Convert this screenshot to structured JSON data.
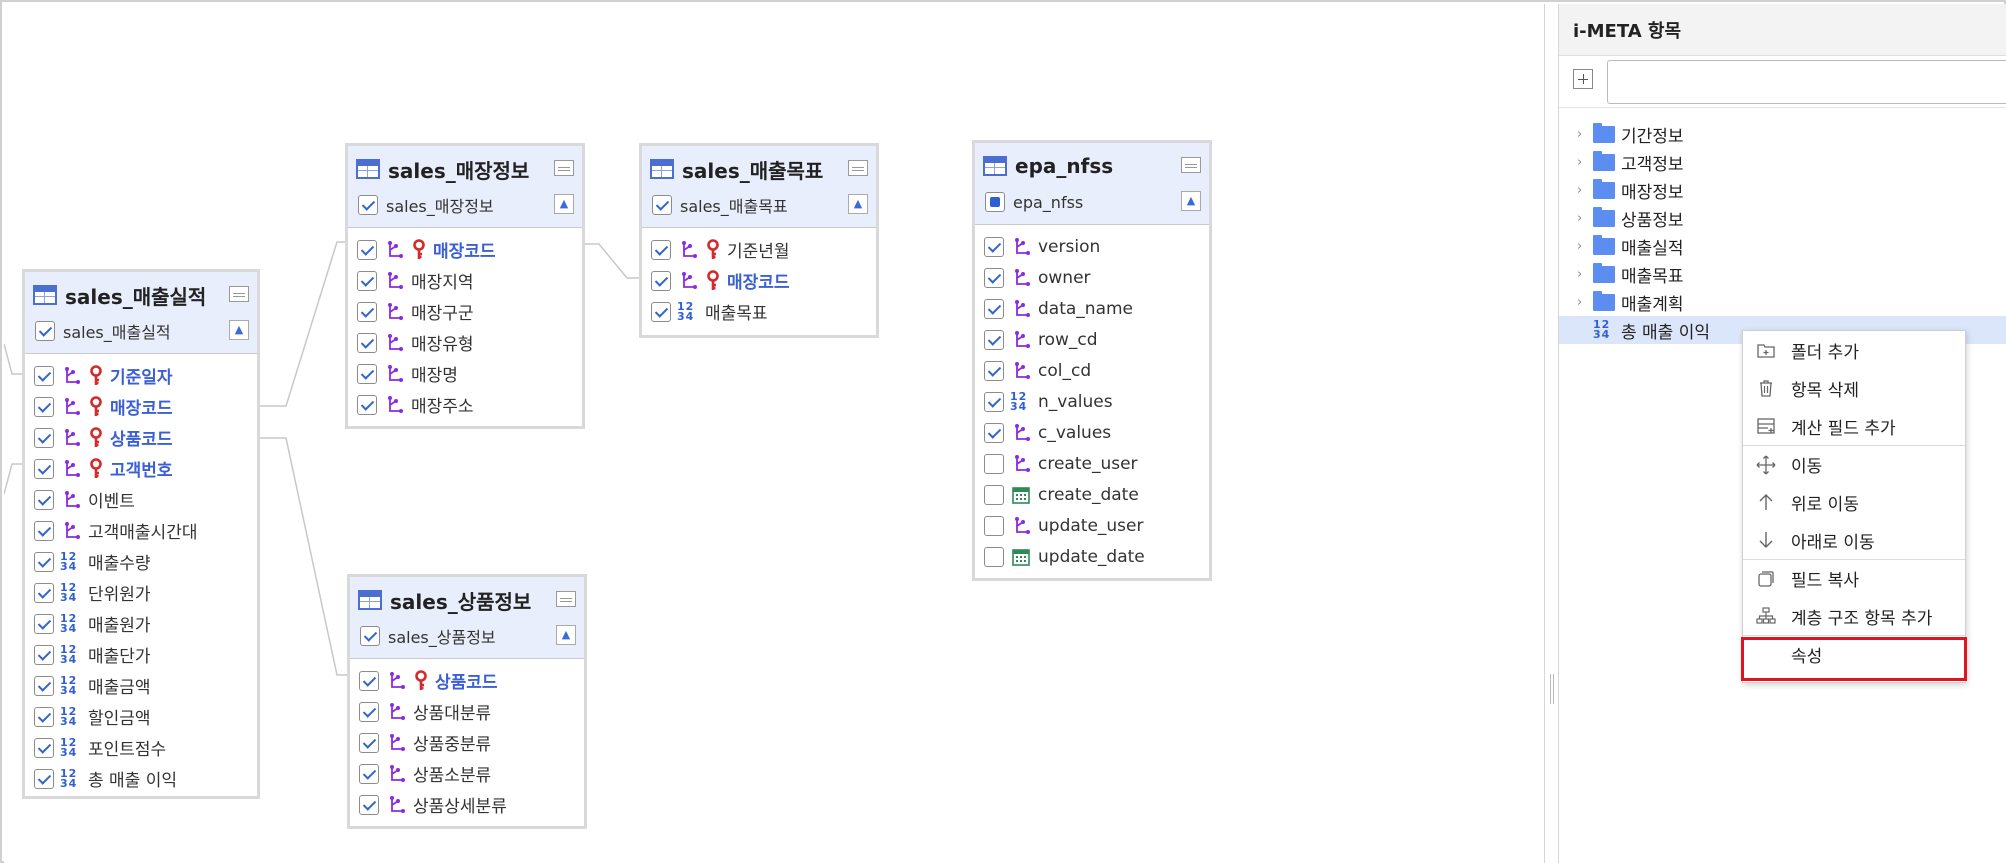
{
  "tables": {
    "sales_sil": {
      "title": "sales_매출실적",
      "subtitle": "sales_매출실적",
      "fields": [
        {
          "label": "기준일자",
          "type": "dim",
          "key": true,
          "checked": true
        },
        {
          "label": "매장코드",
          "type": "dim",
          "key": true,
          "checked": true
        },
        {
          "label": "상품코드",
          "type": "dim",
          "key": true,
          "checked": true
        },
        {
          "label": "고객번호",
          "type": "dim",
          "key": true,
          "checked": true
        },
        {
          "label": "이벤트",
          "type": "dim",
          "key": false,
          "checked": true
        },
        {
          "label": "고객매출시간대",
          "type": "dim",
          "key": false,
          "checked": true
        },
        {
          "label": "매출수량",
          "type": "num",
          "key": false,
          "checked": true
        },
        {
          "label": "단위원가",
          "type": "num",
          "key": false,
          "checked": true
        },
        {
          "label": "매출원가",
          "type": "num",
          "key": false,
          "checked": true
        },
        {
          "label": "매출단가",
          "type": "num",
          "key": false,
          "checked": true
        },
        {
          "label": "매출금액",
          "type": "num",
          "key": false,
          "checked": true
        },
        {
          "label": "할인금액",
          "type": "num",
          "key": false,
          "checked": true
        },
        {
          "label": "포인트점수",
          "type": "num",
          "key": false,
          "checked": true
        },
        {
          "label": "총 매출 이익",
          "type": "num",
          "key": false,
          "checked": true
        }
      ]
    },
    "sales_store": {
      "title": "sales_매장정보",
      "subtitle": "sales_매장정보",
      "fields": [
        {
          "label": "매장코드",
          "type": "dim",
          "key": true,
          "checked": true
        },
        {
          "label": "매장지역",
          "type": "dim",
          "key": false,
          "checked": true
        },
        {
          "label": "매장구군",
          "type": "dim",
          "key": false,
          "checked": true
        },
        {
          "label": "매장유형",
          "type": "dim",
          "key": false,
          "checked": true
        },
        {
          "label": "매장명",
          "type": "dim",
          "key": false,
          "checked": true
        },
        {
          "label": "매장주소",
          "type": "dim",
          "key": false,
          "checked": true
        }
      ]
    },
    "sales_target": {
      "title": "sales_매출목표",
      "subtitle": "sales_매출목표",
      "fields": [
        {
          "label": "기준년월",
          "type": "dim",
          "key": true,
          "checked": true,
          "keyPlain": true
        },
        {
          "label": "매장코드",
          "type": "dim",
          "key": true,
          "checked": true
        },
        {
          "label": "매출목표",
          "type": "num",
          "key": false,
          "checked": true
        }
      ]
    },
    "sales_product": {
      "title": "sales_상품정보",
      "subtitle": "sales_상품정보",
      "fields": [
        {
          "label": "상품코드",
          "type": "dim",
          "key": true,
          "checked": true
        },
        {
          "label": "상품대분류",
          "type": "dim",
          "key": false,
          "checked": true
        },
        {
          "label": "상품중분류",
          "type": "dim",
          "key": false,
          "checked": true
        },
        {
          "label": "상품소분류",
          "type": "dim",
          "key": false,
          "checked": true
        },
        {
          "label": "상품상세분류",
          "type": "dim",
          "key": false,
          "checked": true
        }
      ]
    },
    "epa_nfss": {
      "title": "epa_nfss",
      "subtitle": "epa_nfss",
      "fields": [
        {
          "label": "version",
          "type": "dim",
          "key": false,
          "checked": true
        },
        {
          "label": "owner",
          "type": "dim",
          "key": false,
          "checked": true
        },
        {
          "label": "data_name",
          "type": "dim",
          "key": false,
          "checked": true
        },
        {
          "label": "row_cd",
          "type": "dim",
          "key": false,
          "checked": true
        },
        {
          "label": "col_cd",
          "type": "dim",
          "key": false,
          "checked": true
        },
        {
          "label": "n_values",
          "type": "num",
          "key": false,
          "checked": true
        },
        {
          "label": "c_values",
          "type": "dim",
          "key": false,
          "checked": true
        },
        {
          "label": "create_user",
          "type": "dim",
          "key": false,
          "checked": false
        },
        {
          "label": "create_date",
          "type": "date",
          "key": false,
          "checked": false
        },
        {
          "label": "update_user",
          "type": "dim",
          "key": false,
          "checked": false
        },
        {
          "label": "update_date",
          "type": "date",
          "key": false,
          "checked": false
        }
      ]
    }
  },
  "sidebar": {
    "title": "i-META 항목",
    "search": {
      "value": "",
      "placeholder": ""
    },
    "tree": [
      {
        "label": "기간정보"
      },
      {
        "label": "고객정보"
      },
      {
        "label": "매장정보"
      },
      {
        "label": "상품정보"
      },
      {
        "label": "매출실적"
      },
      {
        "label": "매출목표"
      },
      {
        "label": "매출계획"
      }
    ],
    "selected_item": "총 매출 이익"
  },
  "context_menu": {
    "items": [
      {
        "label": "폴더 추가",
        "icon": "folder-add-icon"
      },
      {
        "label": "항목 삭제",
        "icon": "trash-icon"
      },
      {
        "label": "계산 필드 추가",
        "icon": "calc-field-icon"
      },
      {
        "label": "이동",
        "icon": "move-icon"
      },
      {
        "label": "위로 이동",
        "icon": "arrow-up-icon"
      },
      {
        "label": "아래로 이동",
        "icon": "arrow-down-icon"
      },
      {
        "label": "필드 복사",
        "icon": "copy-icon"
      },
      {
        "label": "계층 구조 항목 추가",
        "icon": "hierarchy-icon"
      },
      {
        "label": "속성",
        "icon": ""
      }
    ],
    "highlighted": "속성"
  },
  "colors": {
    "accent": "#2f5fd4",
    "key_icon": "#d42a2a",
    "dim_icon": "#8a2be2",
    "highlight_border": "#e0141e"
  }
}
